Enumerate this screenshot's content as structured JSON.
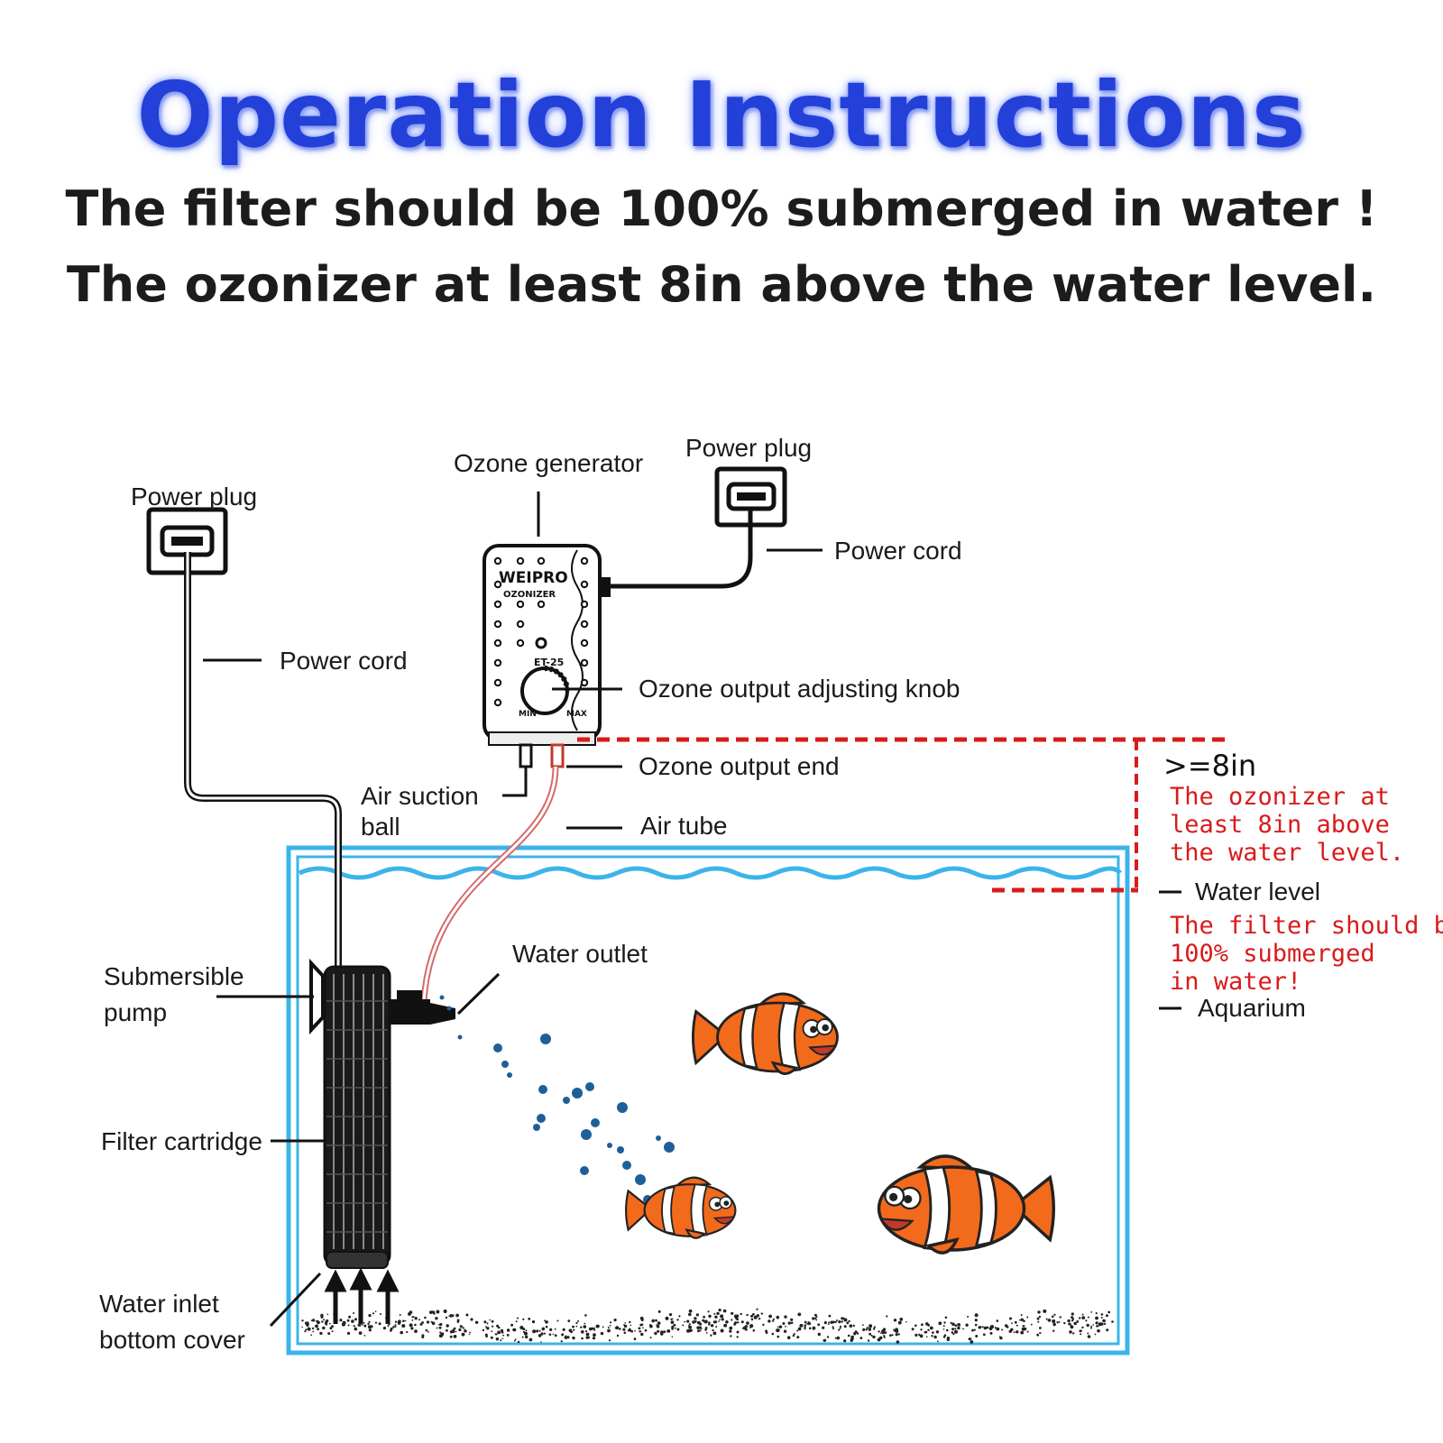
{
  "header": {
    "title": "Operation Instructions",
    "subtitle_1": "The filter should be 100% submerged in water !",
    "subtitle_2": "The ozonizer at least 8in above the water level."
  },
  "device": {
    "brand": "WEIPRO",
    "type": "OZONIZER",
    "model": "ET-25",
    "knob_min": "MIN",
    "knob_max": "MAX"
  },
  "labels": {
    "power_plug_left": "Power plug",
    "power_plug_right": "Power plug",
    "ozone_generator": "Ozone generator",
    "power_cord_right": "Power cord",
    "power_cord_left": "Power cord",
    "ozone_output_knob": "Ozone output adjusting knob",
    "ozone_output_end": "Ozone output end",
    "air_suction_ball_1": "Air suction",
    "air_suction_ball_2": "ball",
    "air_tube": "Air tube",
    "water_level": "Water level",
    "aquarium": "Aquarium",
    "water_outlet": "Water outlet",
    "submersible_pump_1": "Submersible",
    "submersible_pump_2": "pump",
    "filter_cartridge": "Filter cartridge",
    "water_inlet_1": "Water inlet",
    "water_inlet_2": "bottom cover"
  },
  "notes": {
    "distance": ">=8in",
    "ozonizer_note": [
      "The ozonizer at",
      "least 8in above",
      "the water level."
    ],
    "filter_note": [
      "The filter should be",
      "100% submerged",
      "in water!"
    ]
  },
  "colors": {
    "title_blue": "#2340d8",
    "aquarium_blue": "#3cb4ea",
    "warning_red": "#d81b1b",
    "fish_orange": "#f26a1b"
  }
}
